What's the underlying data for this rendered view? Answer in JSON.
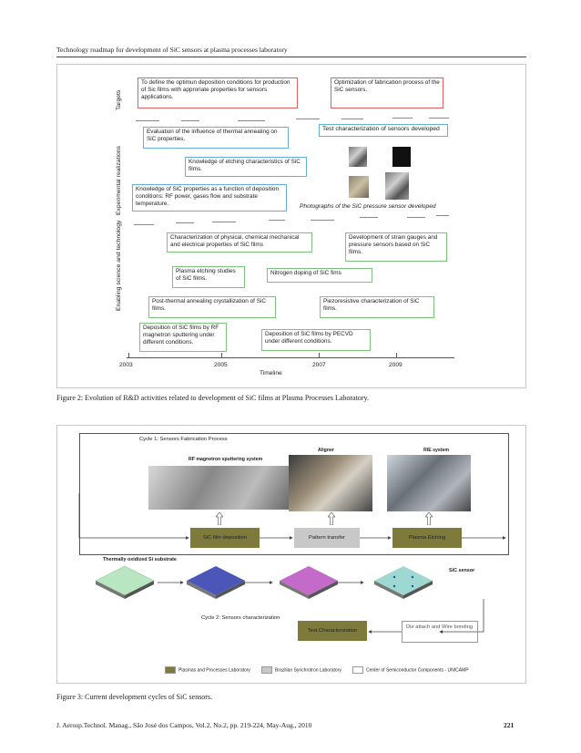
{
  "header": {
    "running_title": "Technology roadmap for development of SiC sensors at plasma processes laboratory"
  },
  "fig2": {
    "row_labels": {
      "targets": "Targets",
      "experimental": "Experimental realizations",
      "enabling": "Enabling science and technology"
    },
    "boxes": {
      "t1": "To define the optimun deposition conditions for production of Sic films with approriate properties for sensors applications.",
      "t2": "Optimization of fabrication process of the SiC sensors.",
      "e1": "Evaluation of the influence of thermal annealing on SiC properties.",
      "e2": "Test characterization of sensors developed",
      "e3": "Knowledge of etching characteristics of SiC films.",
      "e4": "Knowledge of SiC properties as a function of deposition conditions: RF power, gases flow and substrate temperature.",
      "s1": "Characterization of physical, chemical mechanical and electrical properties of SiC films",
      "s2": "Development of strain gauges and pressure sensors based on SiC films.",
      "s3": "Plasma etching studies of SiC films.",
      "s4": "Nitrogen doping of SiC fims",
      "s5": "Post-thermal annealing crystallization of SiC films.",
      "s6": "Piezoresistive characterization of SiC films.",
      "s7": "Deposition of SiC films by RF magnetron sputtering under different conditions.",
      "s8": "Deposition of SiC films by PECVD under different conditions."
    },
    "photo_caption": "Photographs of the SiC pressure sensor developed",
    "timeline": {
      "label": "Timeline",
      "years": [
        "2003",
        "2005",
        "2007",
        "2009"
      ]
    },
    "caption": "Figure 2:    Evolution of R&D activities related to development of SiC films at Plasma Processes Laboratory."
  },
  "fig3": {
    "cycle1": "Cycle 1: Sensors Fabrication Process",
    "cycle2": "Cycle 2: Sensors characterization",
    "photo_titles": {
      "rf": "RF magnetron sputtering system",
      "aligner": "Aligner",
      "rie": "RIE system"
    },
    "steps": {
      "dep": "SiC film deposition",
      "pattern": "Pattern transfer",
      "etch": "Plasma Etching",
      "test": "Test Characterization",
      "die": "Die attach and Wire bonding"
    },
    "substrate_label": "Thermally oxidized Si substrate",
    "sensor_label": "SiC sensor",
    "legend": [
      "Plasmas and Processes Laboratory",
      "Brazilian Synchrotron Laboratory",
      "Center of Semiconductor Components - UNICAMP"
    ],
    "colors": {
      "olive": "#7d7a3c",
      "grey": "#c8c8c8",
      "green_tile": "#b8e6c0",
      "blue_tile": "#4a56b8",
      "pink_tile": "#c46ac8",
      "teal_tile": "#9ed8d2"
    },
    "caption": "Figure 3:    Current development cycles of SiC sensors."
  },
  "footer": {
    "citation": "J. Aerosp.Technol. Manag., São José dos Campos, Vol.2, No.2, pp. 219-224, May-Aug., 2010",
    "page": "221"
  }
}
